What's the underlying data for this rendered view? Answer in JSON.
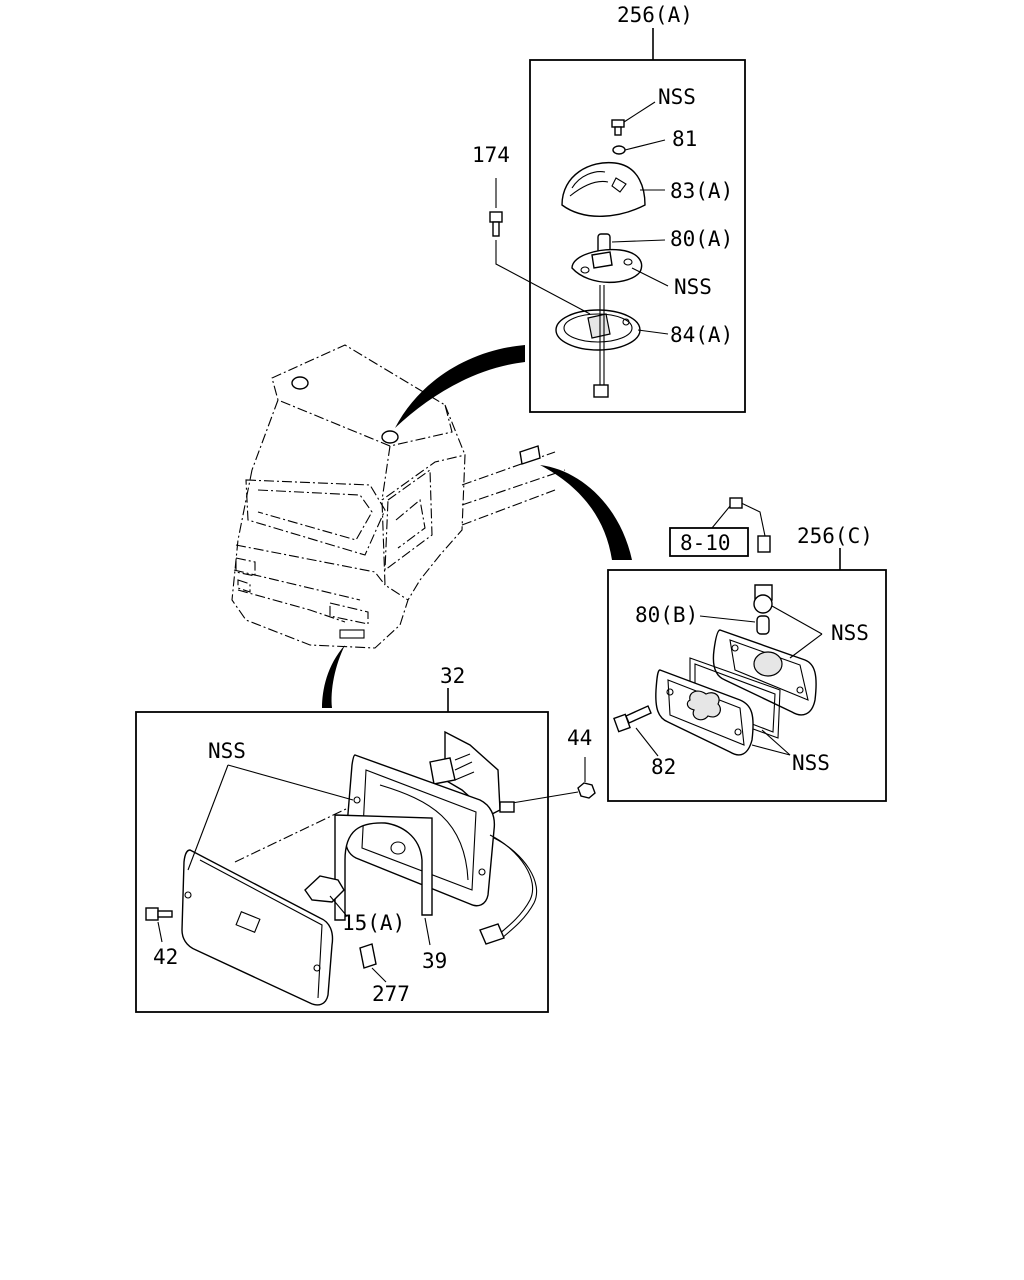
{
  "callouts": {
    "box_a_ref": "256(A)",
    "box_c_ref": "256(C)",
    "box_b_ref": "32",
    "ref_page": "8-10",
    "a_screw": "NSS",
    "a_washer": "81",
    "a_lens": "83(A)",
    "a_bulb": "80(A)",
    "a_socket": "NSS",
    "a_base": "84(A)",
    "bolt_174": "174",
    "c_bulb": "80(B)",
    "c_socket": "NSS",
    "c_screw": "82",
    "c_lens": "NSS",
    "nut_44": "44",
    "b_housing": "NSS",
    "b_screw": "42",
    "b_bulb": "15(A)",
    "b_bracket": "39",
    "b_clip": "277"
  }
}
